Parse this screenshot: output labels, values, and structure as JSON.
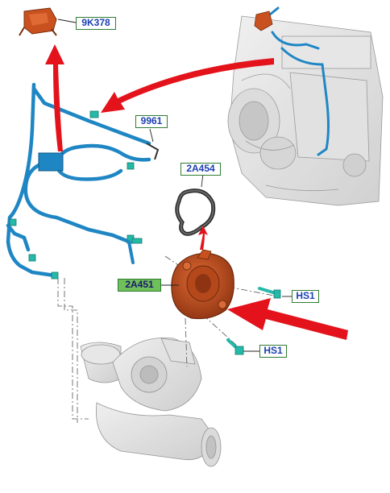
{
  "labels": {
    "filter": "9K378",
    "hose_assembly": "9961",
    "gasket": "2A454",
    "vacuum_pump": "2A451",
    "bolt_upper": "HS1",
    "bolt_lower": "HS1"
  },
  "colors": {
    "label_border": "#2e7d32",
    "label_text": "#1a3fb3",
    "highlight_fill": "#6fbf5a",
    "part_orange": "#c8511f",
    "hose_blue": "#1f86c4",
    "arrow_red": "#e3121b"
  }
}
